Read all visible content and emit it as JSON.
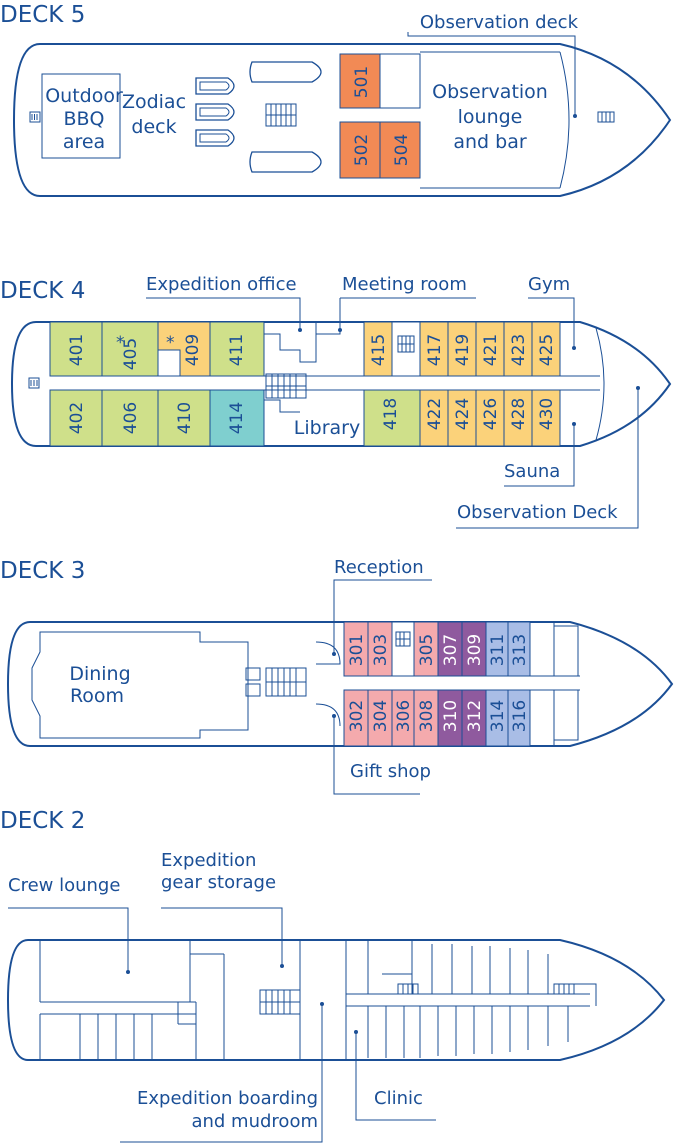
{
  "colors": {
    "line": "#1b4f96",
    "orange": "#f28a55",
    "green": "#cfe08a",
    "yellow": "#fbd27a",
    "teal": "#7fcfcf",
    "pink": "#f4aaad",
    "purple": "#8f5a9e",
    "blue": "#a9bde6"
  },
  "deck5": {
    "title": "DECK 5",
    "observation_deck": "Observation deck",
    "bbq": [
      "Outdoor",
      "BBQ",
      "area"
    ],
    "zodiac": [
      "Zodiac",
      "deck"
    ],
    "lounge": [
      "Observation",
      "lounge",
      "and bar"
    ],
    "cabins": [
      "501",
      "502",
      "504"
    ]
  },
  "deck4": {
    "title": "DECK 4",
    "expedition_office": "Expedition office",
    "meeting_room": "Meeting room",
    "gym": "Gym",
    "library": "Library",
    "sauna": "Sauna",
    "observation_deck": "Observation Deck",
    "star": "*",
    "cabins_top": [
      "401",
      "405",
      "409",
      "411",
      "415",
      "417",
      "419",
      "421",
      "423",
      "425"
    ],
    "cabins_bottom": [
      "402",
      "406",
      "410",
      "414",
      "418",
      "422",
      "424",
      "426",
      "428",
      "430"
    ]
  },
  "deck3": {
    "title": "DECK 3",
    "reception": "Reception",
    "gift_shop": "Gift shop",
    "dining": [
      "Dining",
      "Room"
    ],
    "cabins_top": [
      "301",
      "303",
      "305",
      "307",
      "309",
      "311",
      "313"
    ],
    "cabins_bottom": [
      "302",
      "304",
      "306",
      "308",
      "310",
      "312",
      "314",
      "316"
    ]
  },
  "deck2": {
    "title": "DECK 2",
    "crew_lounge": "Crew lounge",
    "gear_storage": [
      "Expedition",
      "gear storage"
    ],
    "boarding": [
      "Expedition boarding",
      "and mudroom"
    ],
    "clinic": "Clinic"
  }
}
